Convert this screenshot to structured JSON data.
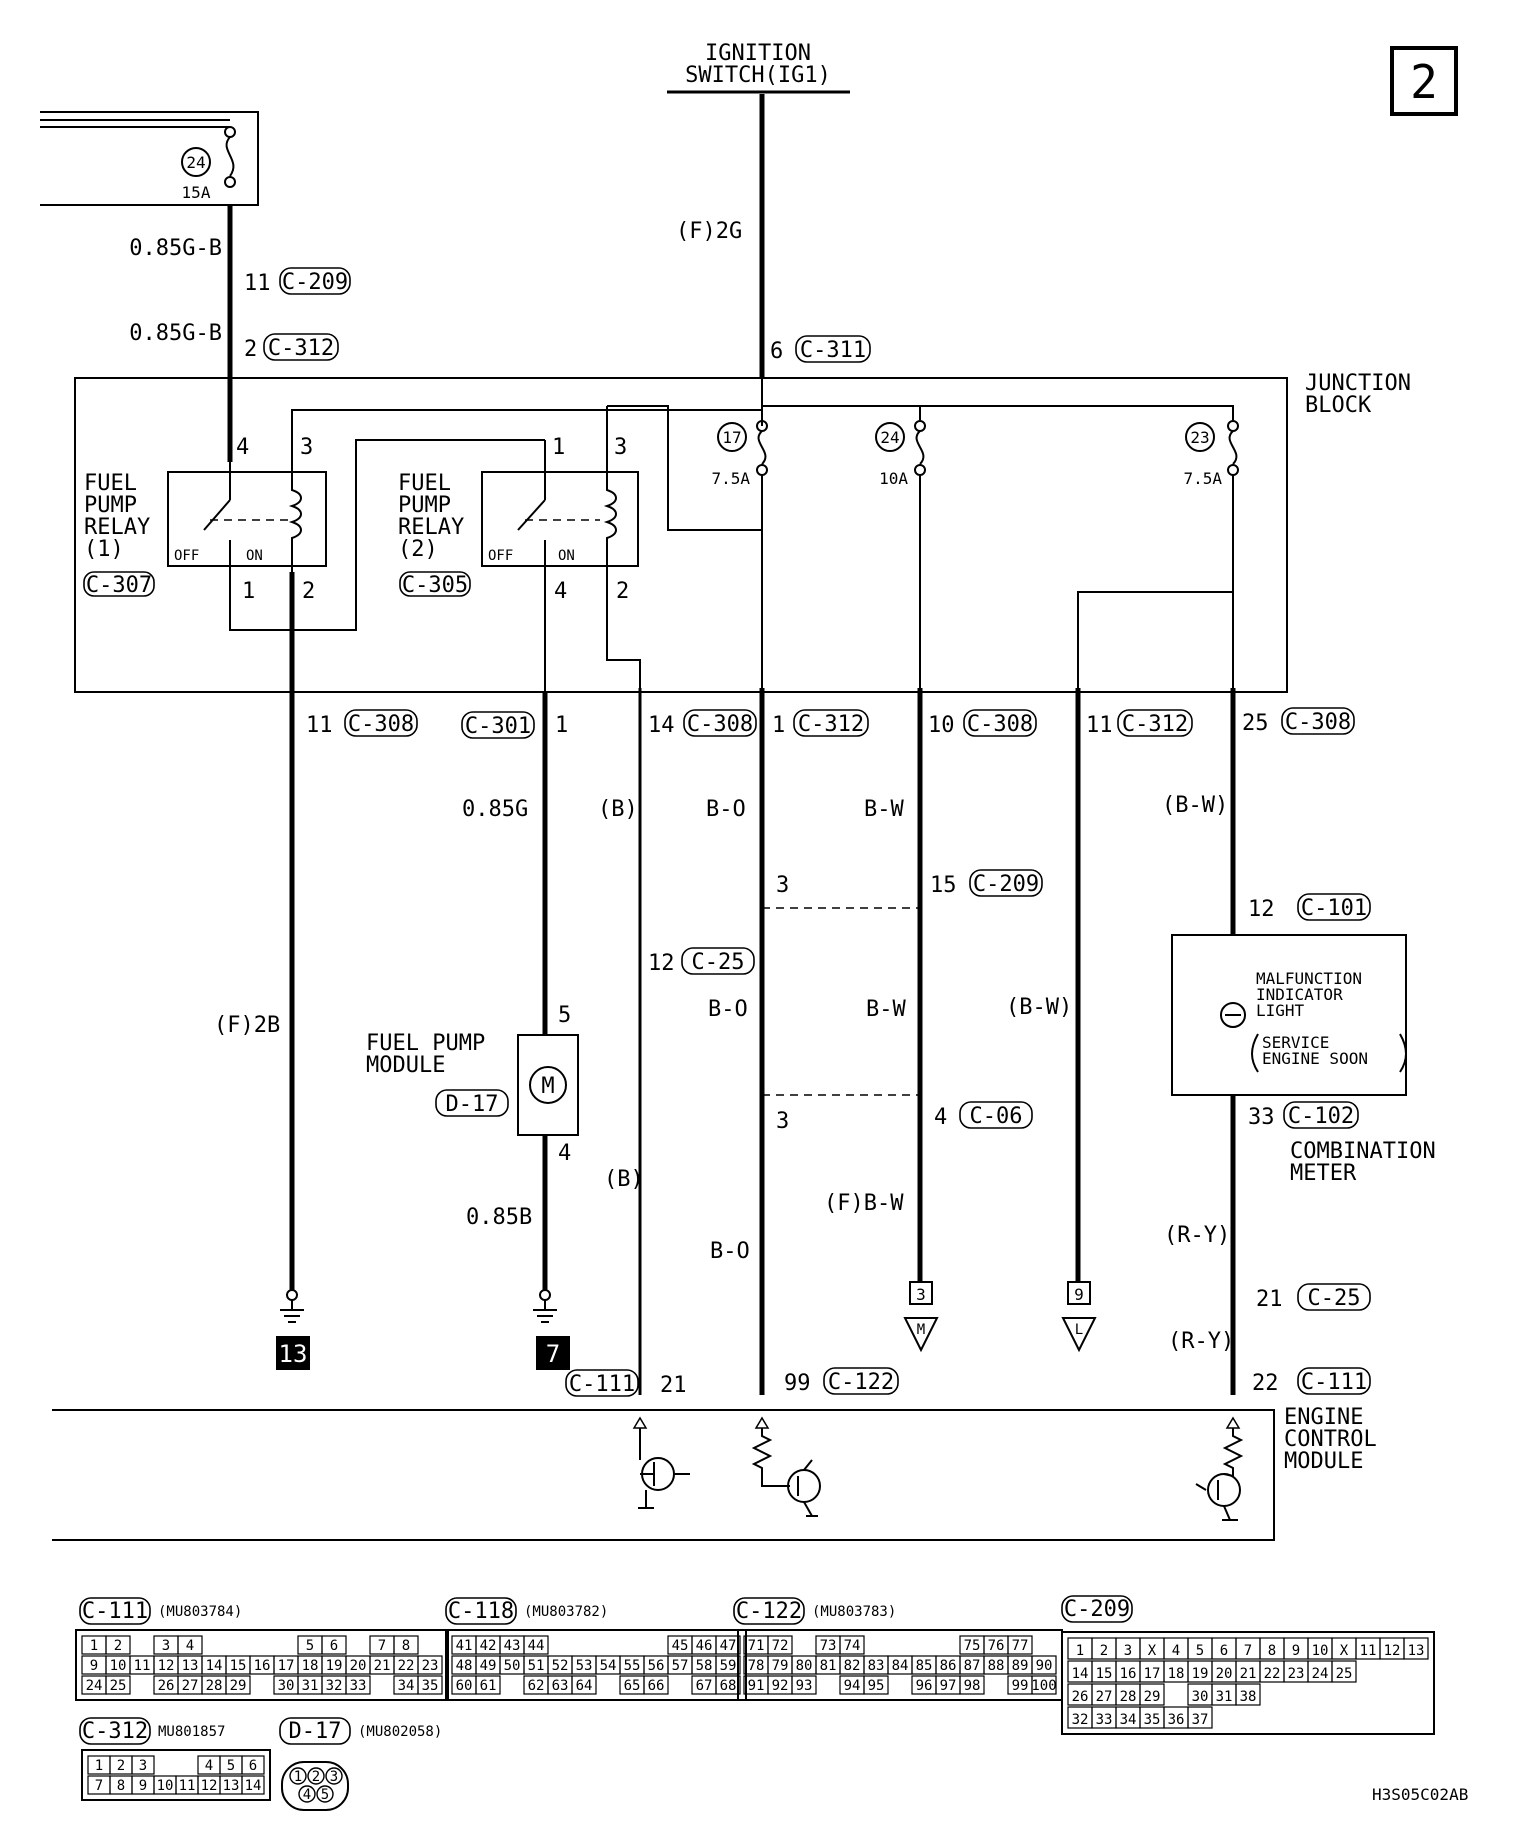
{
  "page_id": "2",
  "ignition": {
    "line1": "IGNITION",
    "line2": "SWITCH(IG1)"
  },
  "junction_block": {
    "line1": "JUNCTION",
    "line2": "BLOCK"
  },
  "top_fuse": {
    "num": "24",
    "rating": "15A"
  },
  "jb_fuses": [
    {
      "num": "17",
      "rating": "7.5A"
    },
    {
      "num": "24",
      "rating": "10A"
    },
    {
      "num": "23",
      "rating": "7.5A"
    }
  ],
  "relay1": {
    "l1": "FUEL",
    "l2": "PUMP",
    "l3": "RELAY",
    "l4": "(1)",
    "conn": "C-307",
    "off": "OFF",
    "on": "ON",
    "p4": "4",
    "p3": "3",
    "p1": "1",
    "p2": "2"
  },
  "relay2": {
    "l1": "FUEL",
    "l2": "PUMP",
    "l3": "RELAY",
    "l4": "(2)",
    "conn": "C-305",
    "off": "OFF",
    "on": "ON",
    "p1": "1",
    "p3": "3",
    "p4": "4",
    "p2": "2"
  },
  "pin_labels": [
    {
      "id": "p-11-c209",
      "pin": "11",
      "conn": "C-209"
    },
    {
      "id": "p-2-c312",
      "pin": "2",
      "conn": "C-312"
    },
    {
      "id": "p-6-c311",
      "pin": "6",
      "conn": "C-311"
    },
    {
      "id": "p-11-c308",
      "pin": "11",
      "conn": "C-308"
    },
    {
      "id": "p-1-c301",
      "pin": "1",
      "conn": "C-301"
    },
    {
      "id": "p-14-c308",
      "pin": "14",
      "conn": "C-308"
    },
    {
      "id": "p-1-c312",
      "pin": "1",
      "conn": "C-312"
    },
    {
      "id": "p-10-c308",
      "pin": "10",
      "conn": "C-308"
    },
    {
      "id": "p-11-c312",
      "pin": "11",
      "conn": "C-312"
    },
    {
      "id": "p-25-c308",
      "pin": "25",
      "conn": "C-308"
    },
    {
      "id": "p-15-c209",
      "pin": "15",
      "conn": "C-209"
    },
    {
      "id": "p-12-c25",
      "pin": "12",
      "conn": "C-25"
    },
    {
      "id": "p-12-c101",
      "pin": "12",
      "conn": "C-101"
    },
    {
      "id": "p-4-c06",
      "pin": "4",
      "conn": "C-06"
    },
    {
      "id": "p-33-c102",
      "pin": "33",
      "conn": "C-102"
    },
    {
      "id": "p-21-c25",
      "pin": "21",
      "conn": "C-25"
    },
    {
      "id": "p-21-c111",
      "pin": "21",
      "conn": "C-111"
    },
    {
      "id": "p-99-c122",
      "pin": "99",
      "conn": "C-122"
    },
    {
      "id": "p-22-c111",
      "pin": "22",
      "conn": "C-111"
    }
  ],
  "wire_labels": {
    "w085gb_1": "0.85G-B",
    "w085gb_2": "0.85G-B",
    "f2g": "(F)2G",
    "f2b": "(F)2B",
    "w085g": "0.85G",
    "b_1": "(B)",
    "b_2": "(B)",
    "bo_1": "B-O",
    "bo_2": "B-O",
    "bo_3": "B-O",
    "bw_1": "B-W",
    "bw_2": "B-W",
    "fbw": "(F)B-W",
    "bw_p1": "(B-W)",
    "bw_p2": "(B-W)",
    "ry_1": "(R-Y)",
    "ry_2": "(R-Y)",
    "w085b": "0.85B",
    "pin3a": "3",
    "pin3b": "3",
    "pin5": "5",
    "pin4": "4"
  },
  "fuel_pump_module": {
    "l1": "FUEL PUMP",
    "l2": "MODULE",
    "conn": "D-17",
    "motor": "M"
  },
  "mil": {
    "l1": "MALFUNCTION",
    "l2": "INDICATOR",
    "l3": "LIGHT",
    "l4": "SERVICE",
    "l5": "ENGINE SOON"
  },
  "combination_meter": {
    "l1": "COMBINATION",
    "l2": "METER"
  },
  "ecm": {
    "l1": "ENGINE",
    "l2": "CONTROL",
    "l3": "MODULE"
  },
  "grounds": {
    "g13": "13",
    "g7": "7"
  },
  "offpage": {
    "c3": "3",
    "cm": "M",
    "c9": "9",
    "cl": "L"
  },
  "connectors": {
    "c111": {
      "name": "C-111",
      "part": "(MU803784)",
      "rows": [
        [
          "1",
          "2",
          "",
          "3",
          "4",
          "",
          "",
          "",
          "",
          "5",
          "6",
          "",
          "7",
          "8"
        ],
        [
          "9",
          "10",
          "11",
          "12",
          "13",
          "14",
          "15",
          "16",
          "17",
          "18",
          "19",
          "20",
          "21",
          "22",
          "23"
        ],
        [
          "24",
          "25",
          "",
          "26",
          "27",
          "28",
          "29",
          "",
          "30",
          "31",
          "32",
          "33",
          "",
          "34",
          "35"
        ]
      ]
    },
    "c118": {
      "name": "C-118",
      "part": "(MU803782)",
      "rows": [
        [
          "41",
          "42",
          "43",
          "44",
          "",
          "",
          "",
          "",
          "",
          "45",
          "46",
          "47"
        ],
        [
          "48",
          "49",
          "50",
          "51",
          "52",
          "53",
          "54",
          "55",
          "56",
          "57",
          "58",
          "59"
        ],
        [
          "60",
          "61",
          "",
          "62",
          "63",
          "64",
          "",
          "65",
          "66",
          "",
          "67",
          "68"
        ]
      ]
    },
    "c122": {
      "name": "C-122",
      "part": "(MU803783)",
      "rows": [
        [
          "71",
          "72",
          "",
          "73",
          "74",
          "",
          "",
          "",
          "",
          "75",
          "76",
          "77"
        ],
        [
          "78",
          "79",
          "80",
          "81",
          "82",
          "83",
          "84",
          "85",
          "86",
          "87",
          "88",
          "89",
          "90"
        ],
        [
          "91",
          "92",
          "93",
          "",
          "94",
          "95",
          "",
          "96",
          "97",
          "98",
          "",
          "99",
          "100"
        ]
      ]
    },
    "c209": {
      "name": "C-209",
      "rows": [
        [
          "1",
          "2",
          "3",
          "X",
          "4",
          "5",
          "6",
          "7",
          "8",
          "9",
          "10",
          "X",
          "11",
          "12",
          "13"
        ],
        [
          "14",
          "15",
          "16",
          "17",
          "18",
          "19",
          "20",
          "21",
          "22",
          "23",
          "24",
          "25"
        ],
        [
          "26",
          "27",
          "28",
          "29",
          "",
          "30",
          "31",
          "38"
        ],
        [
          "32",
          "33",
          "34",
          "35",
          "36",
          "37"
        ]
      ]
    },
    "c312": {
      "name": "C-312",
      "part": "MU801857",
      "rows": [
        [
          "1",
          "2",
          "3",
          "",
          "",
          "4",
          "5",
          "6"
        ],
        [
          "7",
          "8",
          "9",
          "10",
          "11",
          "12",
          "13",
          "14"
        ]
      ]
    },
    "d17": {
      "name": "D-17",
      "part": "(MU802058)",
      "rows": [
        [
          "1",
          "2",
          "3"
        ],
        [
          "4",
          "5"
        ]
      ]
    }
  },
  "drawing_code": "H3S05C02AB"
}
